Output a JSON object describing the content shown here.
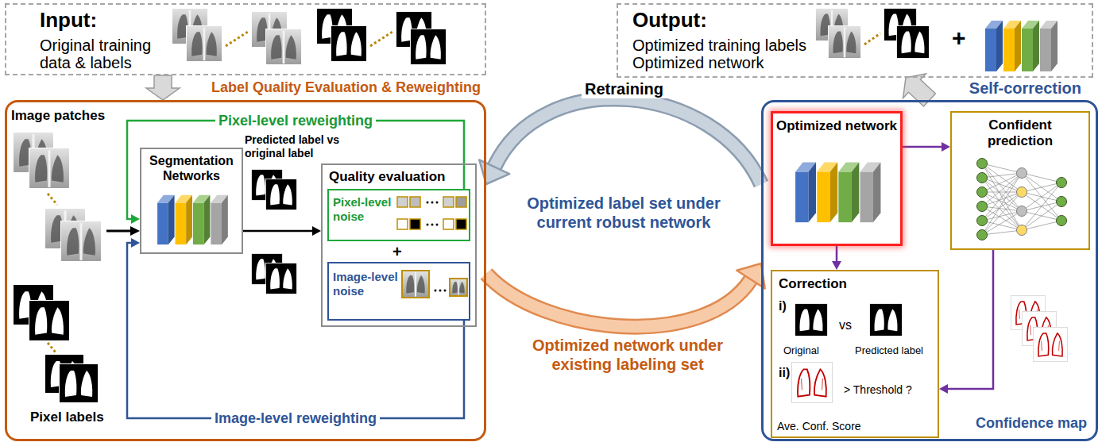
{
  "diagram": {
    "nodes": [
      {
        "text": [
          "Input:",
          "Original training data & labels"
        ]
      },
      {
        "text": [
          "Output:",
          "Optimized training labels Optimized network"
        ]
      },
      {
        "text": [
          "Label Quality Evaluation & Reweighting"
        ]
      },
      {
        "text": [
          "Segmentation Networks"
        ],
        "in": 2
      },
      {
        "text": [
          "Quality evaluation"
        ],
        "in": 2
      },
      {
        "text": [
          "Pixel-level noise"
        ],
        "in": 4
      },
      {
        "text": [
          "Image-level noise"
        ],
        "in": 4
      },
      {
        "text": [
          "Self-correction"
        ]
      },
      {
        "text": [
          "Optimized network"
        ],
        "in": 7
      },
      {
        "text": [
          "Confident prediction"
        ],
        "in": 7
      },
      {
        "text": [
          "Correction",
          "i)",
          "Original",
          "vs",
          "Predicted label",
          "ii)",
          "> Threshold ?",
          "Ave. Conf. Score"
        ],
        "in": 7
      }
    ],
    "edges": [
      {
        "from": 0,
        "to": 2,
        "arrow": "to"
      },
      {
        "from": 7,
        "to": 1,
        "arrow": "to"
      },
      {
        "from": 7,
        "to": 2,
        "label": "Retraining",
        "arrow": "to"
      },
      {
        "from": 2,
        "to": 7,
        "label": "Optimized network under existing labeling set",
        "arrow": "to"
      },
      {
        "from": 3,
        "to": 4,
        "arrow": "to"
      },
      {
        "from": 5,
        "to": 3,
        "label": "Pixel-level reweighting",
        "arrow": "to"
      },
      {
        "from": 6,
        "to": 3,
        "label": "Image-level reweighting",
        "arrow": "to"
      },
      {
        "from": 8,
        "to": 9,
        "arrow": "to"
      },
      {
        "from": 8,
        "to": 10,
        "arrow": "to"
      },
      {
        "from": 9,
        "to": 10,
        "arrow": "to"
      }
    ],
    "labels": [
      "+",
      "Image patches",
      "Predicted label vs original label",
      "+",
      "Pixel labels",
      "Optimized label set under current robust network",
      "Confidence map"
    ]
  }
}
